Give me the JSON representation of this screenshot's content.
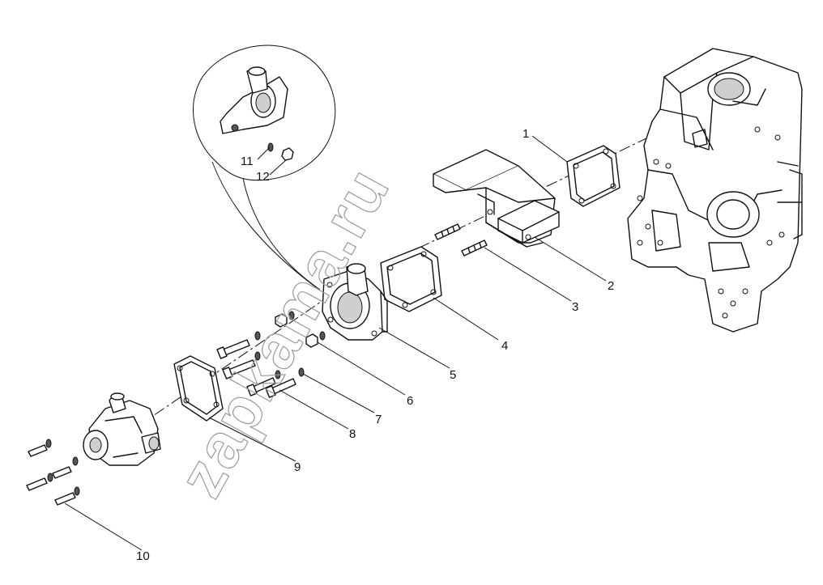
{
  "watermark": {
    "text": "zapkama.ru"
  },
  "callouts": [
    {
      "id": "1",
      "label": "1"
    },
    {
      "id": "2",
      "label": "2"
    },
    {
      "id": "3",
      "label": "3"
    },
    {
      "id": "4",
      "label": "4"
    },
    {
      "id": "5",
      "label": "5"
    },
    {
      "id": "6",
      "label": "6"
    },
    {
      "id": "7",
      "label": "7"
    },
    {
      "id": "8",
      "label": "8"
    },
    {
      "id": "9",
      "label": "9"
    },
    {
      "id": "10",
      "label": "10"
    },
    {
      "id": "11",
      "label": "11"
    },
    {
      "id": "12",
      "label": "12"
    }
  ]
}
